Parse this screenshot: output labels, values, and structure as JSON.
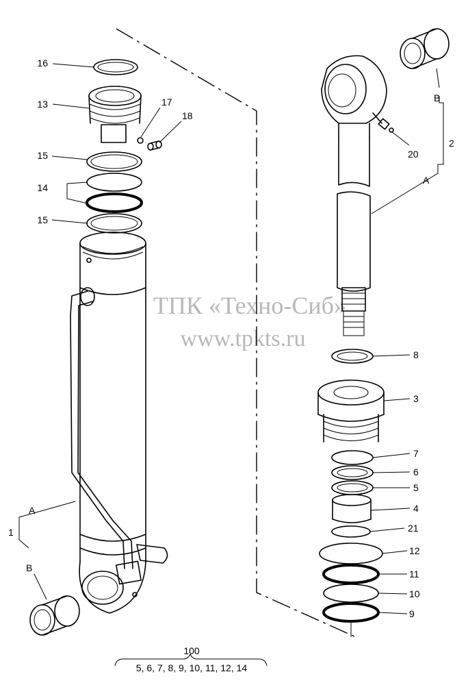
{
  "watermark": {
    "company": "ТПК «Техно-Сиб»",
    "url": "www.tpkts.ru"
  },
  "labels": {
    "n1": "1",
    "n2": "2",
    "n3": "3",
    "n4": "4",
    "n5": "5",
    "n6": "6",
    "n7": "7",
    "n8": "8",
    "n9": "9",
    "n10": "10",
    "n11": "11",
    "n12": "12",
    "n13": "13",
    "n14": "14",
    "n15a": "15",
    "n15b": "15",
    "n16": "16",
    "n17": "17",
    "n18": "18",
    "n20": "20",
    "n21": "21",
    "a_left": "A",
    "b_left": "B",
    "a_right": "A",
    "b_right": "B"
  },
  "kit": {
    "number": "100",
    "contents": "5, 6, 7, 8, 9, 10, 11, 12, 14"
  }
}
